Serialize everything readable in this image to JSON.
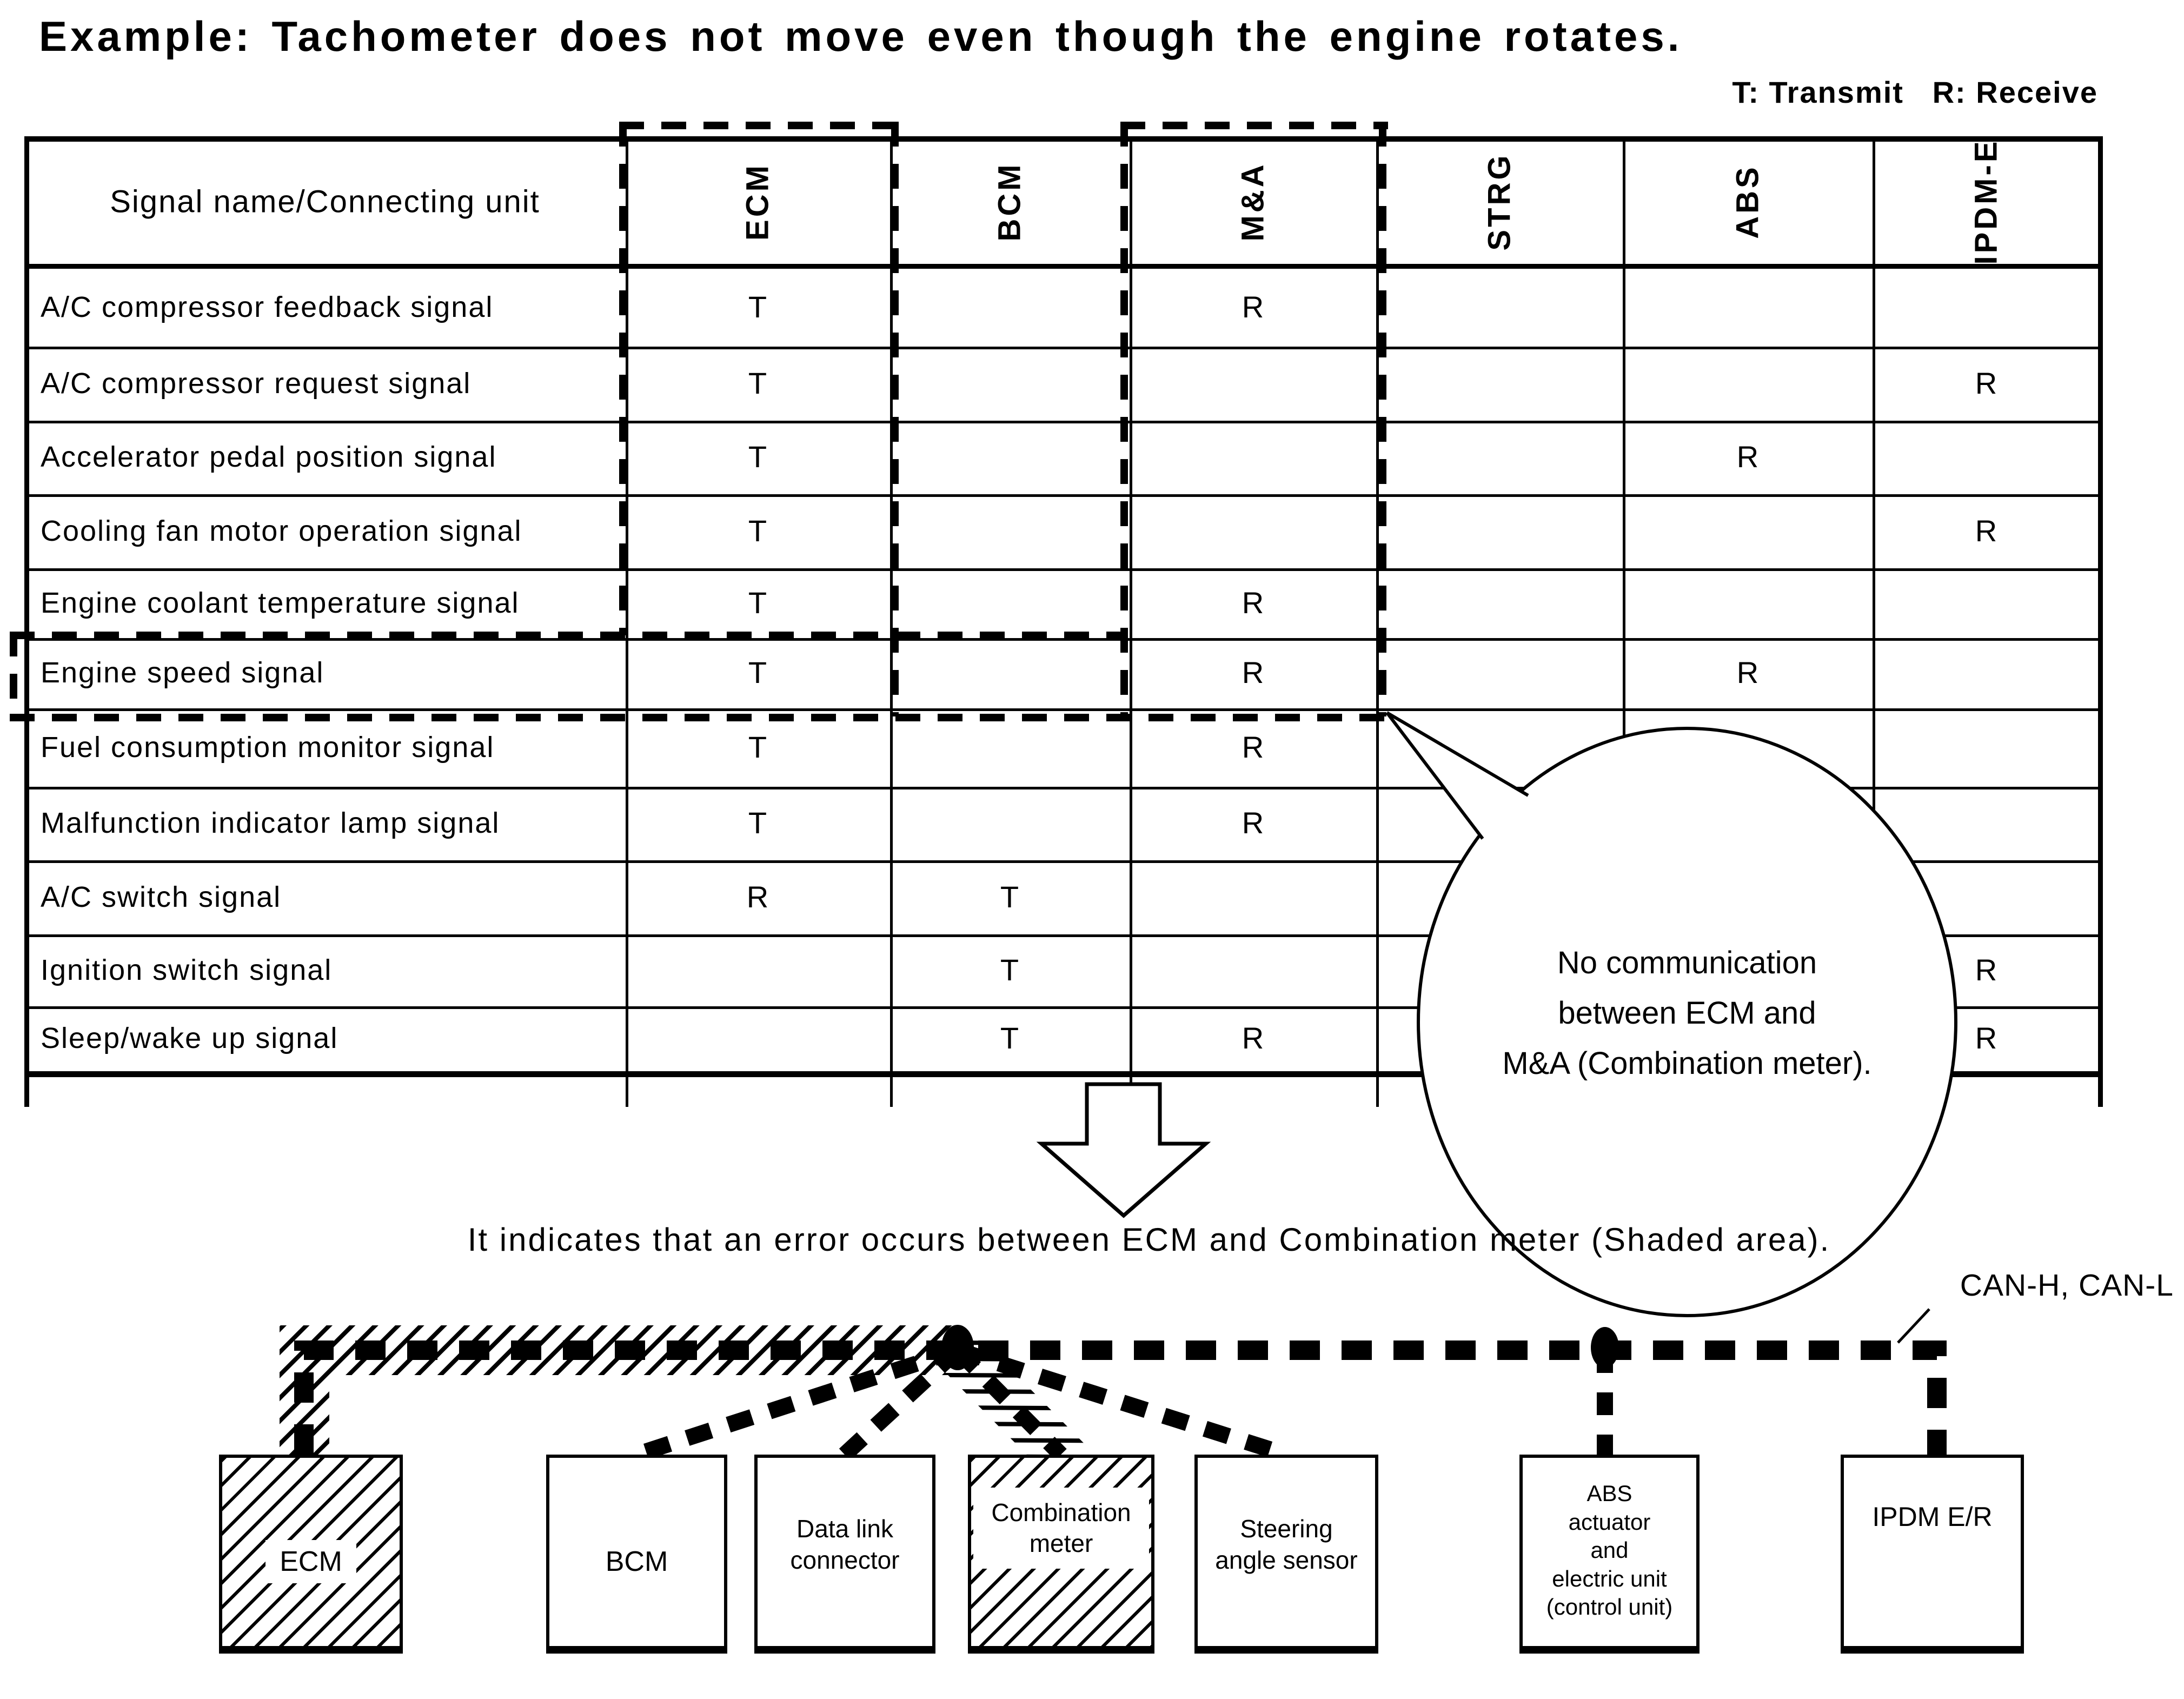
{
  "title": "Example: Tachometer does not move even though the engine rotates.",
  "legend": "T: Transmit   R: Receive",
  "table": {
    "corner_label": "Signal name/Connecting unit",
    "columns": [
      "ECM",
      "BCM",
      "M&A",
      "STRG",
      "ABS",
      "IPDM-E"
    ],
    "rows": [
      {
        "label": "A/C compressor feedback signal",
        "cells": [
          "T",
          "",
          "R",
          "",
          "",
          ""
        ]
      },
      {
        "label": "A/C compressor request signal",
        "cells": [
          "T",
          "",
          "",
          "",
          "",
          "R"
        ]
      },
      {
        "label": "Accelerator pedal position signal",
        "cells": [
          "T",
          "",
          "",
          "",
          "R",
          ""
        ]
      },
      {
        "label": "Cooling fan motor operation signal",
        "cells": [
          "T",
          "",
          "",
          "",
          "",
          "R"
        ]
      },
      {
        "label": "Engine coolant temperature signal",
        "cells": [
          "T",
          "",
          "R",
          "",
          "",
          ""
        ]
      },
      {
        "label": "Engine speed signal",
        "cells": [
          "T",
          "",
          "R",
          "",
          "R",
          ""
        ]
      },
      {
        "label": "Fuel consumption monitor signal",
        "cells": [
          "T",
          "",
          "R",
          "",
          "",
          ""
        ]
      },
      {
        "label": "Malfunction indicator lamp signal",
        "cells": [
          "T",
          "",
          "R",
          "",
          "",
          ""
        ]
      },
      {
        "label": "A/C switch signal",
        "cells": [
          "R",
          "T",
          "",
          "",
          "",
          ""
        ]
      },
      {
        "label": "Ignition switch signal",
        "cells": [
          "",
          "T",
          "",
          "",
          "",
          "R"
        ]
      },
      {
        "label": "Sleep/wake up signal",
        "cells": [
          "",
          "T",
          "R",
          "",
          "",
          "R"
        ]
      }
    ]
  },
  "callout": {
    "text": "No communication\nbetween ECM and\nM&A (Combination meter)."
  },
  "caption": "It indicates that an error occurs between ECM and Combination meter (Shaded area).",
  "bus_label": "CAN-H, CAN-L",
  "nodes": [
    {
      "label": "ECM"
    },
    {
      "label": "BCM"
    },
    {
      "label": "Data link\nconnector"
    },
    {
      "label": "Combination\nmeter"
    },
    {
      "label": "Steering\nangle sensor"
    },
    {
      "label": "ABS\nactuator\nand\nelectric unit\n(control unit)"
    },
    {
      "label": "IPDM E/R"
    }
  ]
}
